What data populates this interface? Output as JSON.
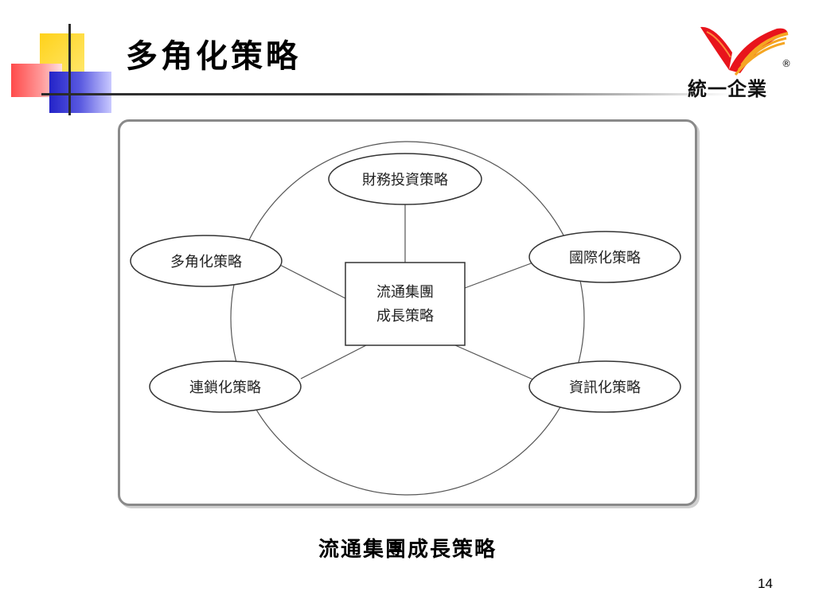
{
  "slide": {
    "title": "多角化策略",
    "caption": "流通集團成長策略",
    "page_number": "14"
  },
  "logo": {
    "text": "統一企業",
    "registered_mark": "®"
  },
  "diagram": {
    "center": {
      "line1": "流通集團",
      "line2": "成長策略"
    },
    "nodes": {
      "financial": "財務投資策略",
      "diversification": "多角化策略",
      "international": "國際化策略",
      "chain": "連鎖化策略",
      "information": "資訊化策略"
    }
  },
  "colors": {
    "logo_red": "#e8141c",
    "logo_orange": "#f5a623",
    "deco_yellow": "#ffd21a",
    "deco_blue": "#2323c8",
    "deco_red": "#ff4a4a"
  }
}
